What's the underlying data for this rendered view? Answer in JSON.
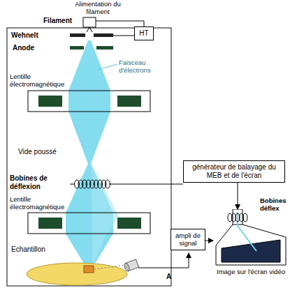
{
  "diagram": {
    "nodes": [
      {
        "text": [
          "HT"
        ]
      },
      {
        "text": [
          "générateur de balayage du MEB et de l'écran"
        ]
      },
      {
        "text": [
          "ampli de signal"
        ]
      },
      {
        "text": [
          "Image sur l'écran vidéo"
        ]
      }
    ],
    "edges": [
      {
        "from": 1,
        "to": 3,
        "arrow": "to"
      },
      {
        "from": 2,
        "to": 3,
        "arrow": "to"
      }
    ],
    "labels": [
      "Alimentation du filament",
      "Filament",
      "Wehnelt",
      "Anode",
      "Faisceau d'électrons",
      "Lentille électromagnétique",
      "Vide poussé",
      "Bobines de déflexion",
      "Lentille électromagnétique",
      "Echantillon",
      "A",
      "Bobines déflex"
    ]
  }
}
